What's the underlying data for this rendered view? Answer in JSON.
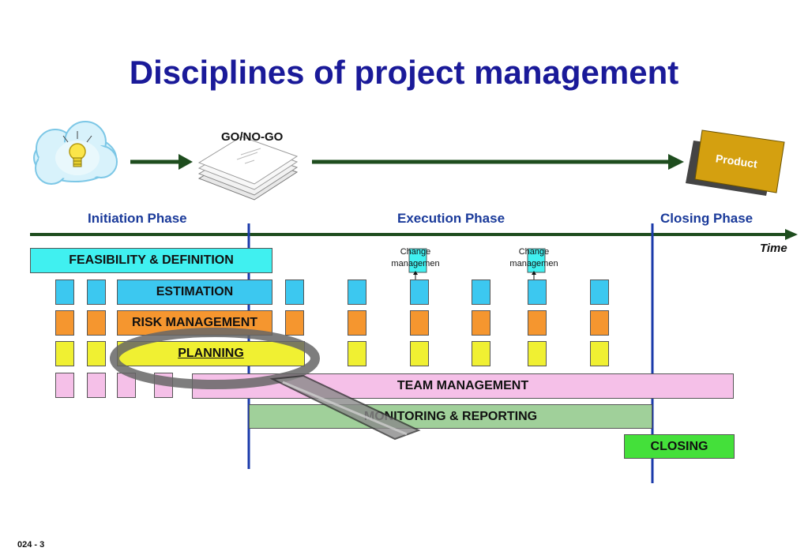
{
  "title": "Disciplines of project management",
  "milestone_label": "GO/NO-GO",
  "product_label": "Product",
  "phases": {
    "initiation": "Initiation Phase",
    "execution": "Execution Phase",
    "closing": "Closing Phase"
  },
  "time_label": "Time",
  "bars": {
    "feasibility": "FEASIBILITY & DEFINITION",
    "estimation": "ESTIMATION",
    "risk": "RISK MANAGEMENT",
    "planning": "PLANNING",
    "team": "TEAM MANAGEMENT",
    "monitoring": "MONITORING & REPORTING",
    "closing": "CLOSING"
  },
  "change_notes": [
    {
      "line1": "Change",
      "line2": "managemen"
    },
    {
      "line1": "Change",
      "line2": "managemen"
    }
  ],
  "footer": "024 - 3",
  "colors": {
    "title": "#1a1a99",
    "phase_text": "#1a3a9a",
    "arrows": "#1e4d1e",
    "phase_divider": "#1a3aaa",
    "feasibility": "#40f0f0",
    "estimation": "#3cc8f0",
    "risk": "#f5962f",
    "planning": "#f0f032",
    "team": "#f5c0e8",
    "monitoring": "#a0d09a",
    "closing": "#44e03a",
    "product": "#d4a010"
  }
}
